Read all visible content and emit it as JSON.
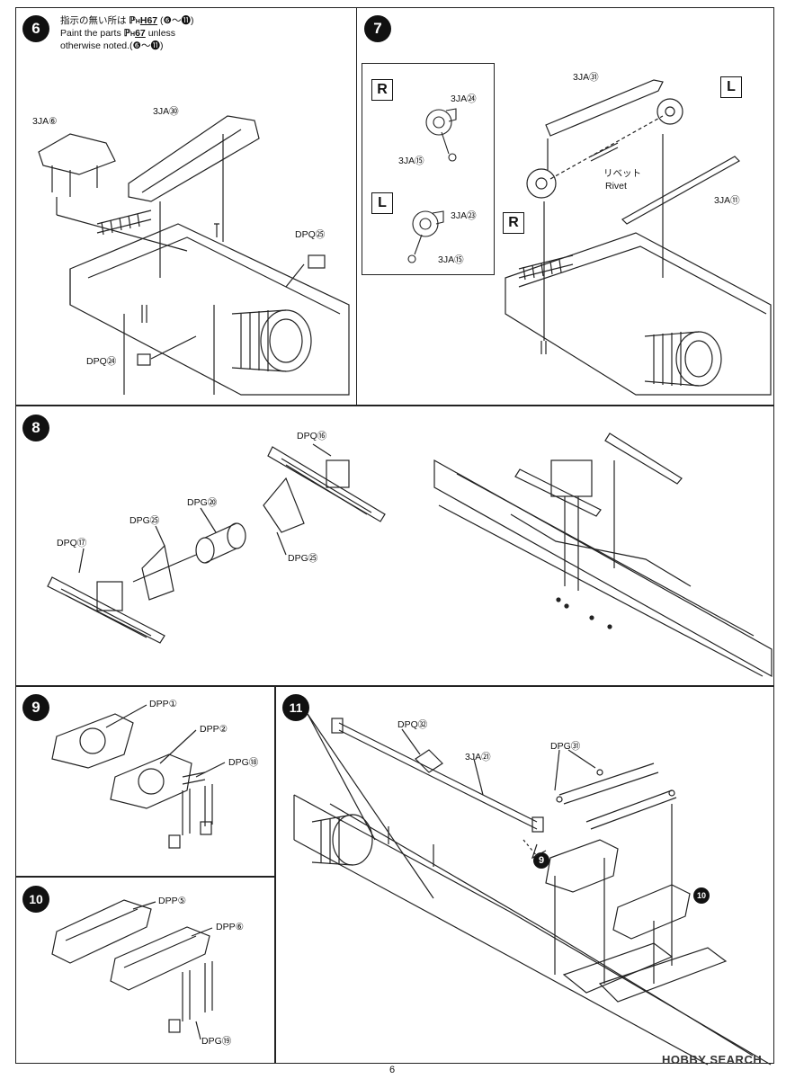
{
  "page_number": "6",
  "watermark": "HOBBY SEARCH",
  "step6": {
    "number": "6",
    "note_jp": "指示の無い所は",
    "note_color": "H67",
    "note_range": "(❻～⓫)",
    "note_en1": "Paint the parts",
    "note_en2": "unless",
    "note_en3": "otherwise noted.(❻～⓫)",
    "labels": [
      "3JA⑥",
      "3JA㉚",
      "DPQ㉕",
      "DPQ㉔"
    ]
  },
  "step7": {
    "number": "7",
    "inset_R": "R",
    "inset_L": "L",
    "inset_labels": [
      "3JA㉔",
      "3JA⑮",
      "3JA㉓",
      "3JA⑮"
    ],
    "labels": [
      "3JA㉛",
      "L",
      "R",
      "3JA⑪"
    ],
    "rivet_jp": "リベット",
    "rivet_en": "Rivet"
  },
  "step8": {
    "number": "8",
    "labels": [
      "DPQ⑯",
      "DPG⑳",
      "DPG㉕",
      "DPQ⑰",
      "DPG㉕"
    ]
  },
  "step9": {
    "number": "9",
    "labels": [
      "DPP①",
      "DPP②",
      "DPG⑱"
    ]
  },
  "step10": {
    "number": "10",
    "labels": [
      "DPP⑤",
      "DPP⑥",
      "DPG⑲"
    ]
  },
  "step11": {
    "number": "11",
    "labels": [
      "DPQ㉜",
      "3JA㉑",
      "DPG㉛"
    ],
    "ref9": "9",
    "ref10": "10"
  }
}
